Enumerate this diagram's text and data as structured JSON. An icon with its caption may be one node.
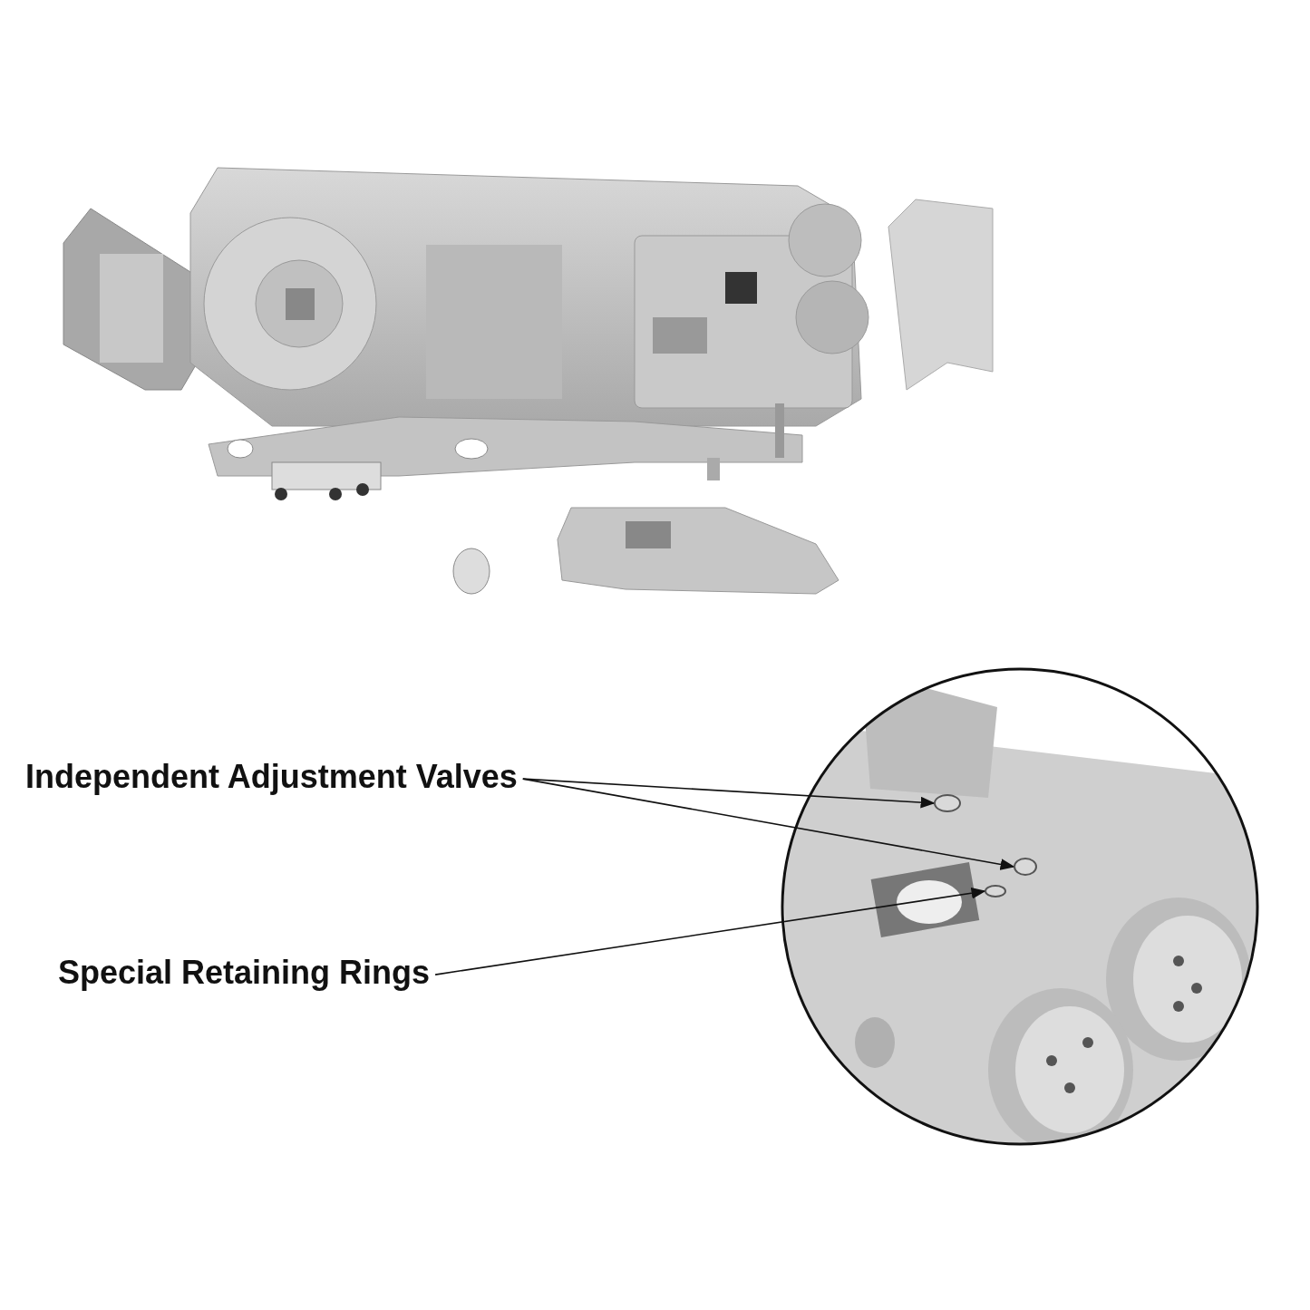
{
  "diagram": {
    "nodes": [
      {
        "text": [
          "Independent Adjustment Valves"
        ]
      },
      {
        "text": [],
        "shape": "circle"
      },
      {
        "text": [],
        "shape": "circle"
      },
      {
        "text": [
          "Special Retaining Rings"
        ]
      },
      {
        "text": [],
        "shape": "circle"
      }
    ],
    "edges": [
      {
        "from": 0,
        "to": 1,
        "arrow": "to"
      },
      {
        "from": 0,
        "to": 2,
        "arrow": "to"
      },
      {
        "from": 3,
        "to": 4,
        "arrow": "to"
      }
    ]
  }
}
